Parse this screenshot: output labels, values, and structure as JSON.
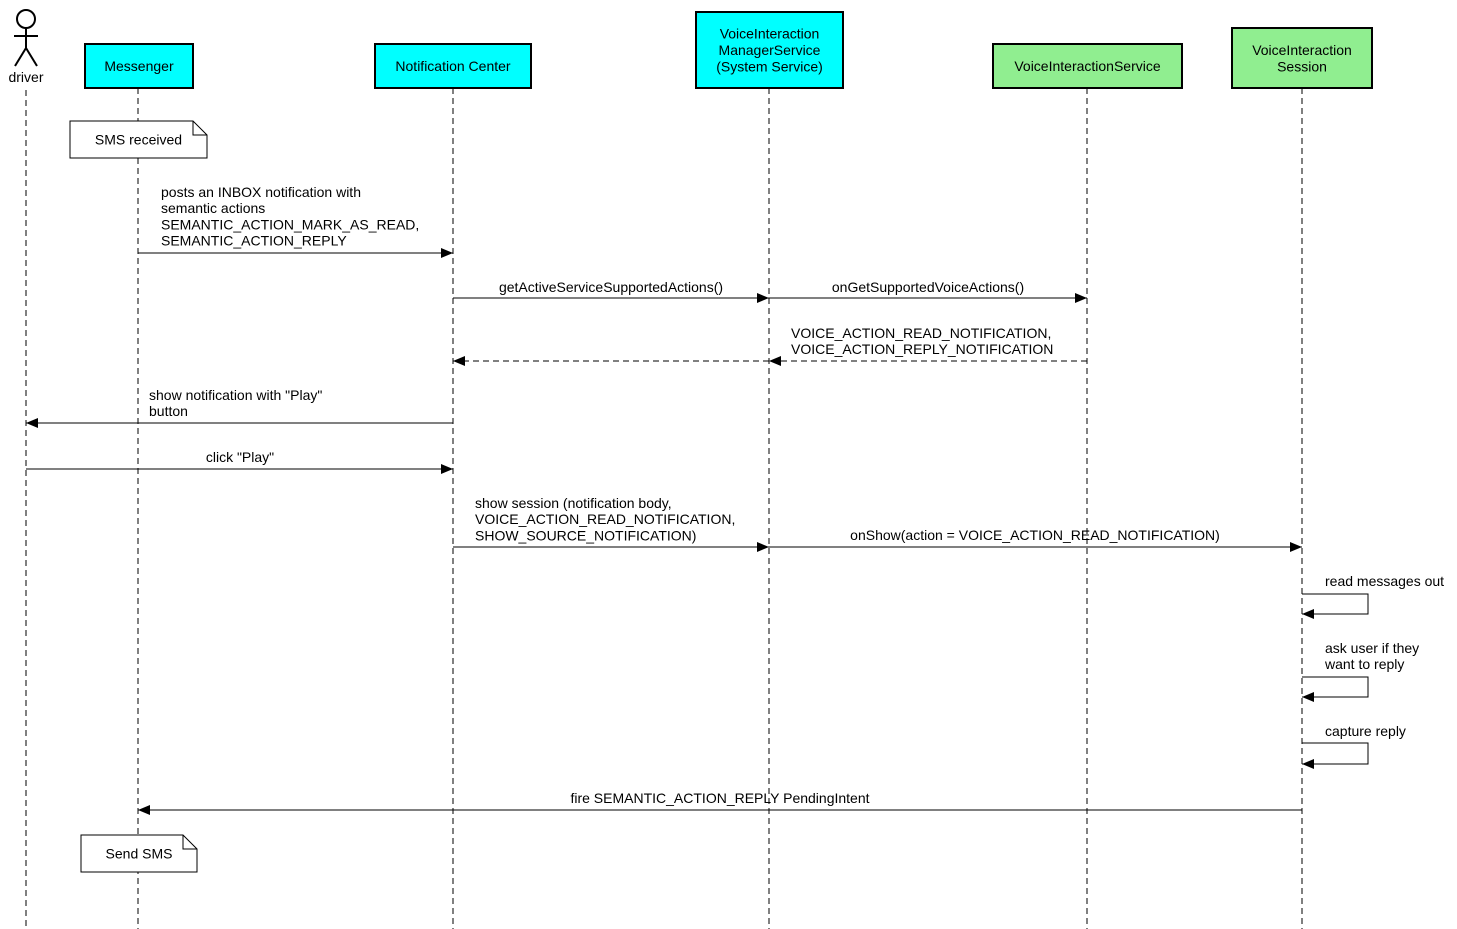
{
  "colors": {
    "system_participant": "#00FFFF",
    "app_participant": "#90EE90",
    "line": "#000000",
    "background": "#FFFFFF"
  },
  "actor": {
    "label": "driver",
    "icon": "stick-figure-icon"
  },
  "participants": [
    {
      "id": "messenger",
      "lines": [
        "Messenger"
      ],
      "kind": "system"
    },
    {
      "id": "notification-center",
      "lines": [
        "Notification Center"
      ],
      "kind": "system"
    },
    {
      "id": "vims",
      "lines": [
        "VoiceInteraction",
        "ManagerService",
        "(System Service)"
      ],
      "kind": "system"
    },
    {
      "id": "vis",
      "lines": [
        "VoiceInteractionService"
      ],
      "kind": "app"
    },
    {
      "id": "session",
      "lines": [
        "VoiceInteraction",
        "Session"
      ],
      "kind": "app"
    }
  ],
  "notes": [
    {
      "id": "sms-received",
      "lines": [
        "SMS received"
      ]
    },
    {
      "id": "send-sms",
      "lines": [
        "Send SMS"
      ]
    }
  ],
  "messages": [
    {
      "id": "post-inbox-notification",
      "lines": [
        "posts an INBOX notification with",
        "semantic actions",
        "SEMANTIC_ACTION_MARK_AS_READ,",
        "SEMANTIC_ACTION_REPLY"
      ]
    },
    {
      "id": "get-active-service-supported-actions",
      "lines": [
        "getActiveServiceSupportedActions()"
      ]
    },
    {
      "id": "on-get-supported-voice-actions",
      "lines": [
        "onGetSupportedVoiceActions()"
      ]
    },
    {
      "id": "supported-voice-actions-return",
      "lines": [
        "VOICE_ACTION_READ_NOTIFICATION,",
        "VOICE_ACTION_REPLY_NOTIFICATION"
      ]
    },
    {
      "id": "show-notification",
      "lines": [
        "show notification with \"Play\"",
        "button"
      ]
    },
    {
      "id": "click-play",
      "lines": [
        "click \"Play\""
      ]
    },
    {
      "id": "show-session",
      "lines": [
        "show session (notification body,",
        "VOICE_ACTION_READ_NOTIFICATION,",
        "SHOW_SOURCE_NOTIFICATION)"
      ]
    },
    {
      "id": "on-show",
      "lines": [
        "onShow(action = VOICE_ACTION_READ_NOTIFICATION)"
      ]
    },
    {
      "id": "read-messages-out",
      "lines": [
        "read messages out"
      ]
    },
    {
      "id": "ask-user-reply",
      "lines": [
        "ask user if they",
        "want to reply"
      ]
    },
    {
      "id": "capture-reply",
      "lines": [
        "capture reply"
      ]
    },
    {
      "id": "fire-pending-intent",
      "lines": [
        "fire SEMANTIC_ACTION_REPLY PendingIntent"
      ]
    }
  ]
}
